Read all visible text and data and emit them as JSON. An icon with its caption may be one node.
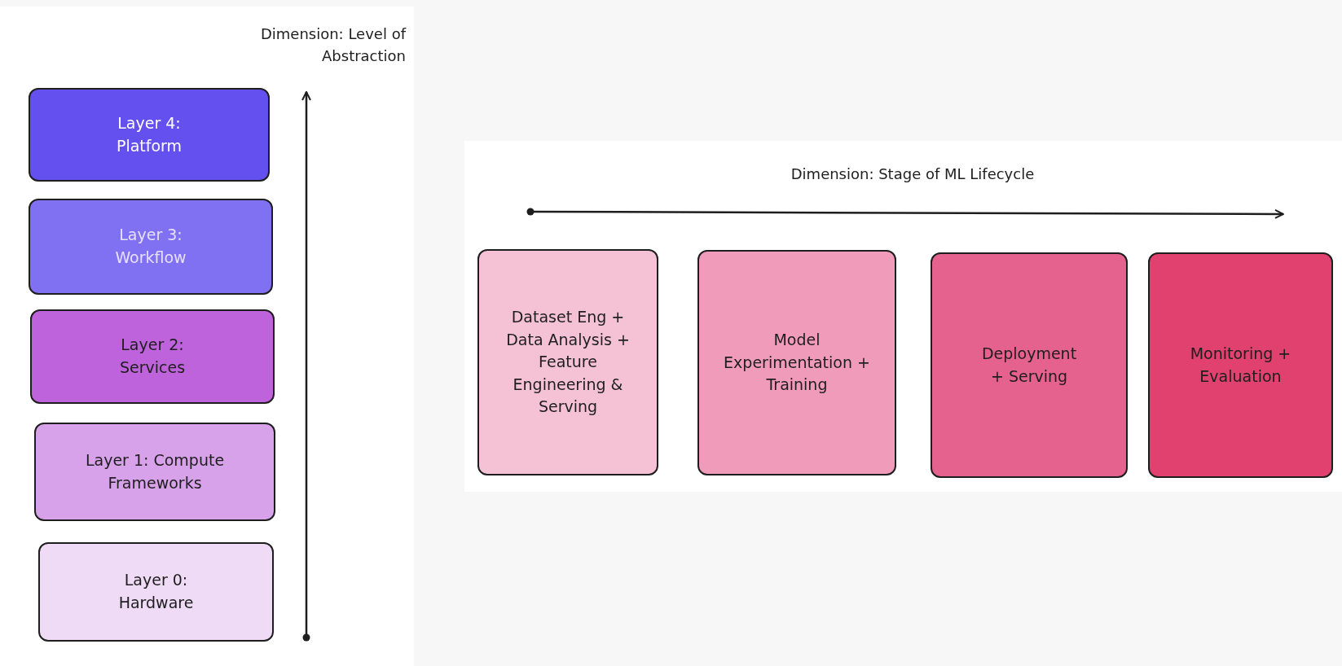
{
  "diagram": {
    "nodes": [
      {
        "text": [
          "Layer 4: Platform"
        ]
      },
      {
        "text": [
          "Layer 3: Workflow"
        ]
      },
      {
        "text": [
          "Layer 2: Services"
        ]
      },
      {
        "text": [
          "Layer 1: Compute Frameworks"
        ]
      },
      {
        "text": [
          "Layer 0: Hardware"
        ]
      },
      {
        "text": [
          "Dataset Eng + Data Analysis + Feature Engineering & Serving"
        ]
      },
      {
        "text": [
          "Model Experimentation + Training"
        ]
      },
      {
        "text": [
          "Deployment + Serving"
        ]
      },
      {
        "text": [
          "Monitoring + Evaluation"
        ]
      }
    ],
    "labels": [
      "Dimension: Level of Abstraction",
      "Dimension: Stage of ML Lifecycle"
    ]
  }
}
